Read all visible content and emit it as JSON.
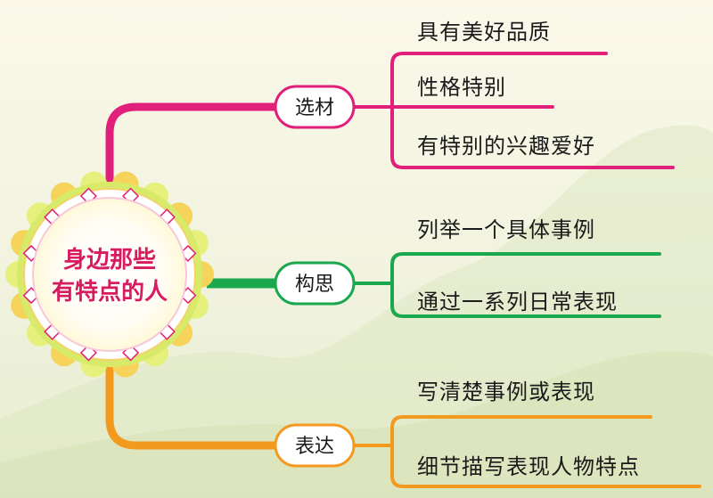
{
  "center": {
    "line1": "身边那些",
    "line2": "有特点的人"
  },
  "branches": [
    {
      "label": "选材",
      "color": "#e0207a",
      "leaves": [
        "具有美好品质",
        "性格特别",
        "有特别的兴趣爱好"
      ]
    },
    {
      "label": "构思",
      "color": "#1aa84f",
      "leaves": [
        "列举一个具体事例",
        "通过一系列日常表现"
      ]
    },
    {
      "label": "表达",
      "color": "#f39a1e",
      "leaves": [
        "写清楚事例或表现",
        "细节描写表现人物特点"
      ]
    }
  ]
}
